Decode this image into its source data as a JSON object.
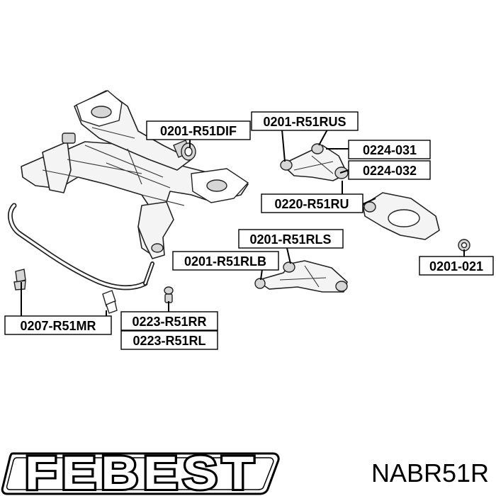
{
  "labels": {
    "dif": "0201-R51DIF",
    "rus": "0201-R51RUS",
    "a031": "0224-031",
    "a032": "0224-032",
    "ru": "0220-R51RU",
    "rls": "0201-R51RLS",
    "rlb": "0201-R51RLB",
    "b021": "0201-021",
    "mr": "0207-R51MR",
    "rr": "0223-R51RR",
    "rl": "0223-R51RL"
  },
  "brand": "FEBEST",
  "part_code": "NABR51R"
}
